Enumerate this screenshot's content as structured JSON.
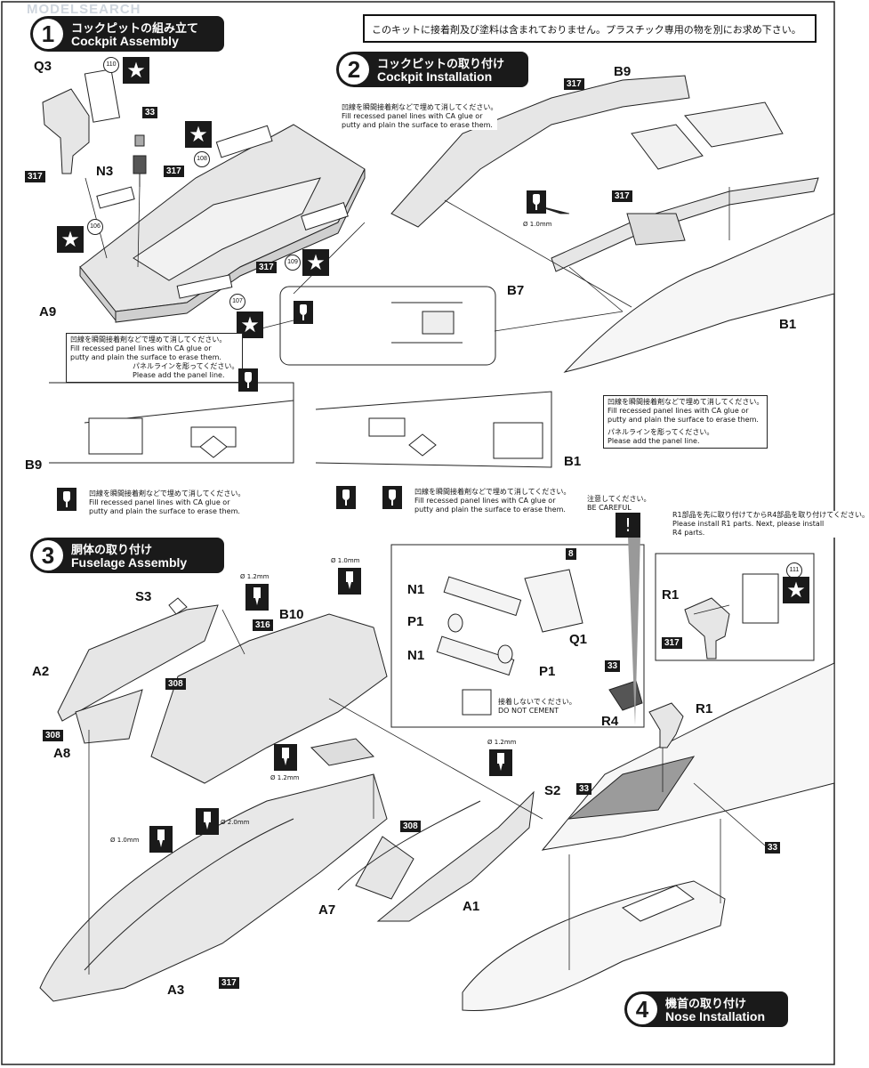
{
  "header_notice": "このキットに接着剤及び塗料は含まれておりません。プラスチック専用の物を別にお求め下さい。",
  "watermark": "MODELSEARCH",
  "steps": [
    {
      "number": "1",
      "jp": "コックピットの組み立て",
      "en": "Cockpit Assembly"
    },
    {
      "number": "2",
      "jp": "コックピットの取り付け",
      "en": "Cockpit Installation"
    },
    {
      "number": "3",
      "jp": "胴体の取り付け",
      "en": "Fuselage Assembly"
    },
    {
      "number": "4",
      "jp": "機首の取り付け",
      "en": "Nose Installation"
    }
  ],
  "notes": {
    "fill_jp": "凹線を瞬間接着剤などで埋めて消してください。",
    "fill_en1": "Fill recessed panel lines with CA glue or",
    "fill_en2": "putty and plain the surface to erase them.",
    "panel_jp": "パネルラインを彫ってください。",
    "panel_en": "Please add the panel line.",
    "careful_jp": "注意してください。",
    "careful_en": "BE CAREFUL",
    "r1_jp": "R1部品を先に取り付けてからR4部品を取り付けてください。",
    "r1_en1": "Please install R1 parts. Next, please install",
    "r1_en2": "R4 parts.",
    "nocement_jp": "接着しないでください。",
    "nocement_en": "DO NOT CEMENT"
  },
  "diameters": {
    "d10": "Ø 1.0mm",
    "d12": "Ø 1.2mm",
    "d20": "Ø 2.0mm"
  },
  "parts": {
    "Q3": "Q3",
    "N3": "N3",
    "A9": "A9",
    "B9": "B9",
    "B7": "B7",
    "B1": "B1",
    "S3": "S3",
    "B10": "B10",
    "A2": "A2",
    "A8": "A8",
    "A3": "A3",
    "A7": "A7",
    "A1": "A1",
    "S2": "S2",
    "N1": "N1",
    "P1": "P1",
    "Q1": "Q1",
    "R1": "R1",
    "R4": "R4"
  },
  "paint_codes": {
    "c317": "317",
    "c308": "308",
    "c316": "316",
    "c33": "33",
    "c8": "8"
  },
  "decals": {
    "d110": "110",
    "d108": "108",
    "d106": "106",
    "d109": "109",
    "d107": "107",
    "d111": "111"
  },
  "star_symbol": "★"
}
